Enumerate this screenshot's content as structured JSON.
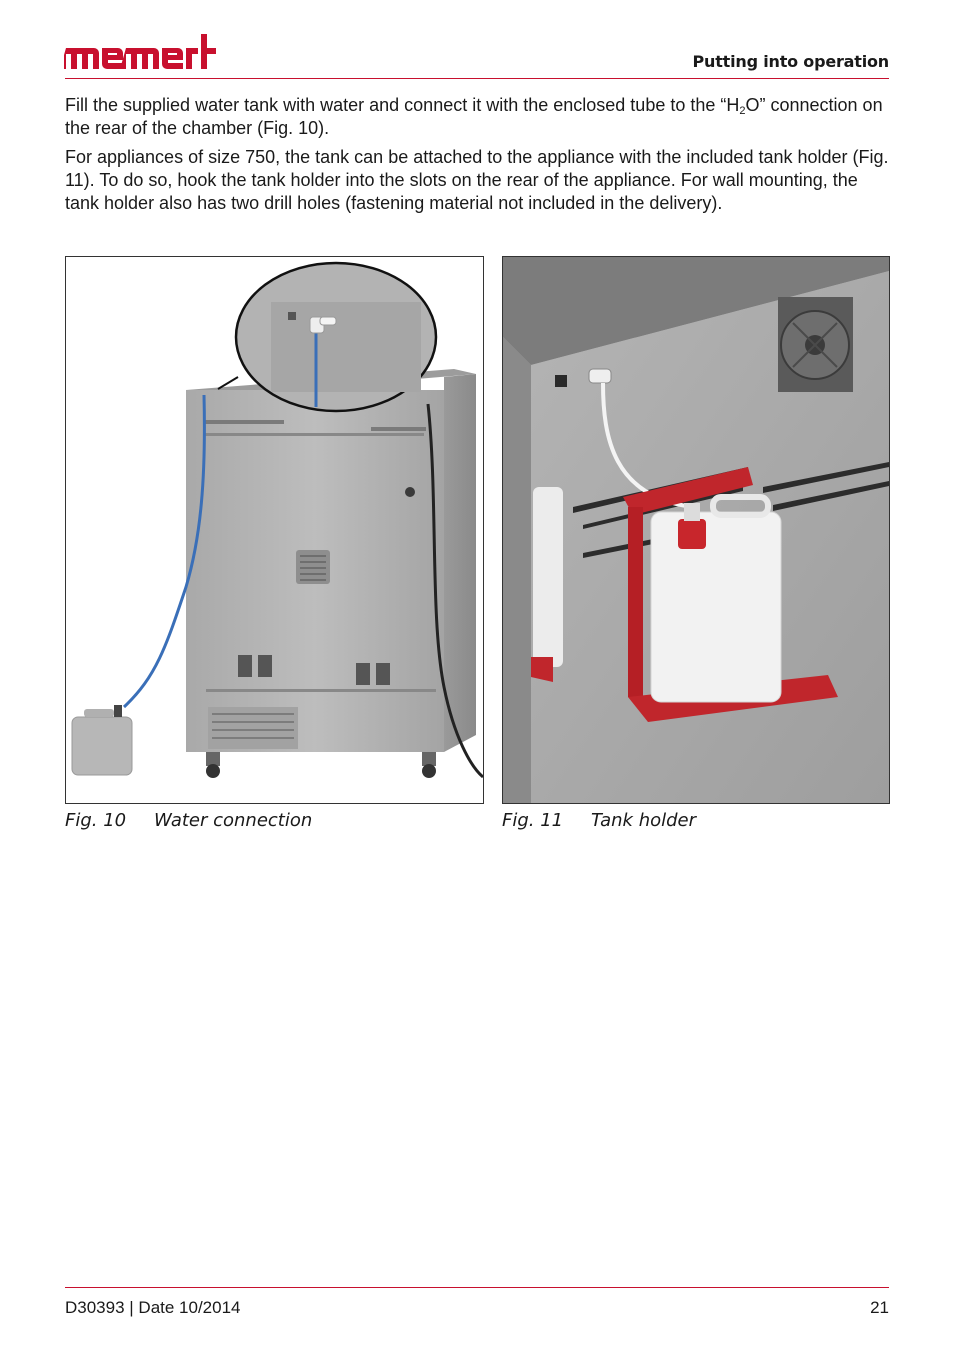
{
  "header": {
    "logo_text": "memmert",
    "section_title": "Putting into operation"
  },
  "body": {
    "paragraph1_before": "Fill the supplied water tank with water and connect it with the enclosed tube to the “H",
    "paragraph1_sub": "2",
    "paragraph1_after": "O” connection on the rear of the chamber (Fig. 10).",
    "paragraph2": "For appliances of size 750, the tank can be attached to the appliance with the included tank holder (Fig. 11). To do so, hook the tank holder into the slots on the rear of the appliance. For wall mounting, the tank holder also has two drill holes (fastening material not included in the delivery)."
  },
  "figures": [
    {
      "number": "Fig. 10",
      "caption": "Water connection"
    },
    {
      "number": "Fig. 11",
      "caption": "Tank holder"
    }
  ],
  "footer": {
    "doc_info": "D30393 | Date 10/2014",
    "page_number": "21"
  },
  "colors": {
    "brand_red": "#c8102e",
    "tube_blue": "#3a6fb8",
    "holder_red": "#c0262c"
  }
}
